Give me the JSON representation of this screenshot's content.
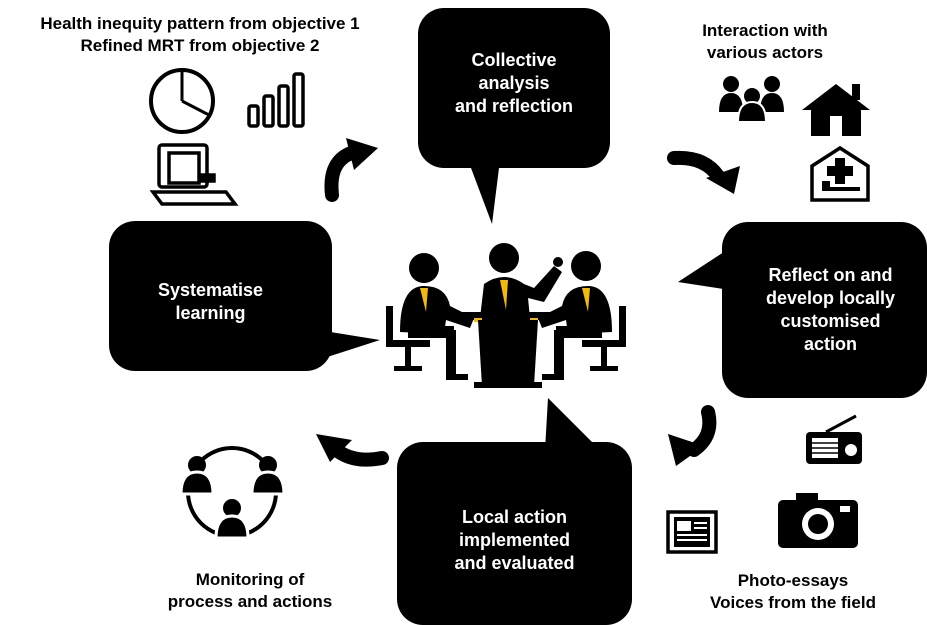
{
  "bubbles": {
    "collective": [
      "Collective",
      "analysis",
      "and reflection"
    ],
    "reflect": [
      "Reflect on and",
      "develop locally",
      "customised",
      "action"
    ],
    "local_action": [
      "Local action",
      "implemented",
      "and evaluated"
    ],
    "systematise": [
      "Systematise",
      "learning"
    ]
  },
  "captions": {
    "inputs": [
      "Health inequity pattern from objective 1",
      "Refined MRT from objective 2"
    ],
    "interaction": [
      "Interaction with",
      "various actors"
    ],
    "monitoring": [
      "Monitoring of",
      "process and actions"
    ],
    "photo": [
      "Photo-essays",
      "Voices from the field"
    ]
  },
  "colors": {
    "bubble": "#000000",
    "accent": "#f2b90c",
    "background": "#ffffff"
  },
  "icons": [
    "pie-chart-icon",
    "bar-chart-icon",
    "laptop-icon",
    "family-icon",
    "house-icon",
    "health-facility-icon",
    "radio-icon",
    "camera-icon",
    "newspaper-icon",
    "group-network-icon",
    "meeting-people-icon"
  ]
}
